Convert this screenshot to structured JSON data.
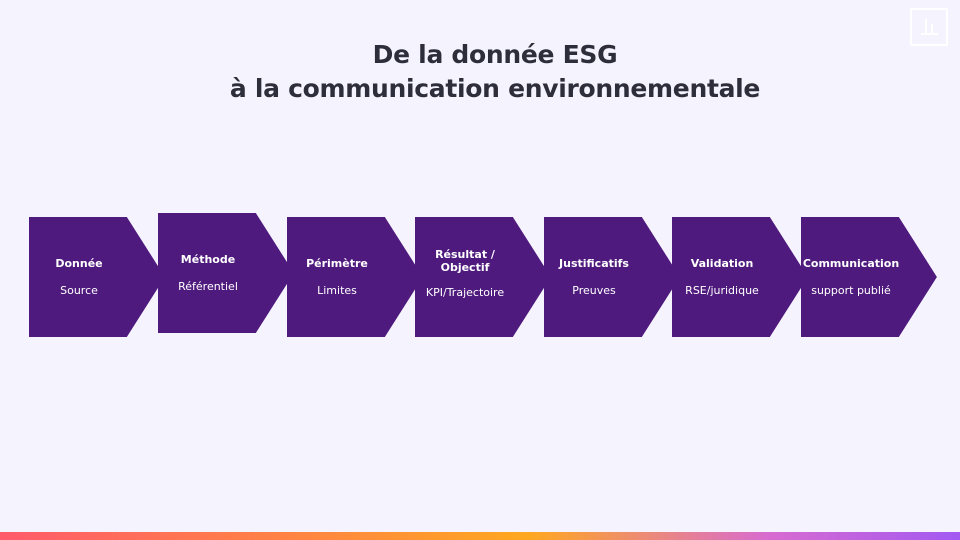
{
  "logo": {
    "icon": "logo-mark-icon"
  },
  "title": {
    "line1": "De la donnée ESG",
    "line2": "à la communication environnementale"
  },
  "steps": [
    {
      "title": "Donnée",
      "subtitle": "Source"
    },
    {
      "title": "Méthode",
      "subtitle": "Référentiel"
    },
    {
      "title": "Périmètre",
      "subtitle": "Limites"
    },
    {
      "title": "Résultat /\nObjectif",
      "subtitle": "KPI/Trajectoire"
    },
    {
      "title": "Justificatifs",
      "subtitle": "Preuves"
    },
    {
      "title": "Validation",
      "subtitle": "RSE/juridique"
    },
    {
      "title": "Communication",
      "subtitle": "support publié"
    }
  ],
  "colors": {
    "background": "#f5f3fd",
    "arrow": "#4f1a7e",
    "title": "#2e2e3a",
    "bar_gradient": [
      "#ff5b6b",
      "#ff8a3d",
      "#ffa81f",
      "#d86bd0",
      "#a259f2"
    ]
  }
}
